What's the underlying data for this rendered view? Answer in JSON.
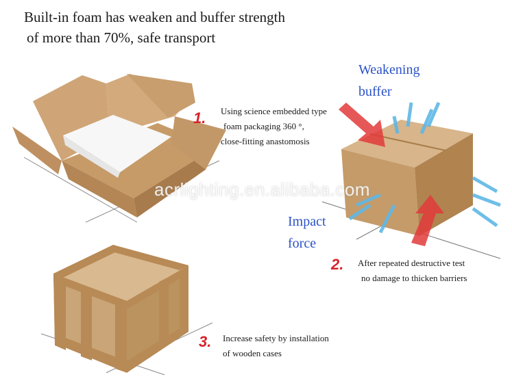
{
  "title": {
    "line1": "Built-in foam has weaken and buffer strength",
    "line2": "of more than 70%, safe transport"
  },
  "steps": [
    {
      "number": "1.",
      "lines": [
        "Using science embedded type",
        "foam packaging 360 °,",
        "close-fitting anastomosis"
      ]
    },
    {
      "number": "2.",
      "lines": [
        "After repeated destructive test",
        "no damage to thicken barriers"
      ]
    },
    {
      "number": "3.",
      "lines": [
        "Increase safety by installation",
        "of wooden cases"
      ]
    }
  ],
  "labels": {
    "weakening_line1": "Weakening",
    "weakening_line2": "buffer",
    "impact_line1": "Impact",
    "impact_line2": "force"
  },
  "watermark": "acrlighting.en.alibaba.com",
  "colors": {
    "accent_red": "#d8222a",
    "label_blue": "#2b52c7",
    "cardboard": "#c9a273",
    "arrow_blue": "#5fb7e6"
  }
}
